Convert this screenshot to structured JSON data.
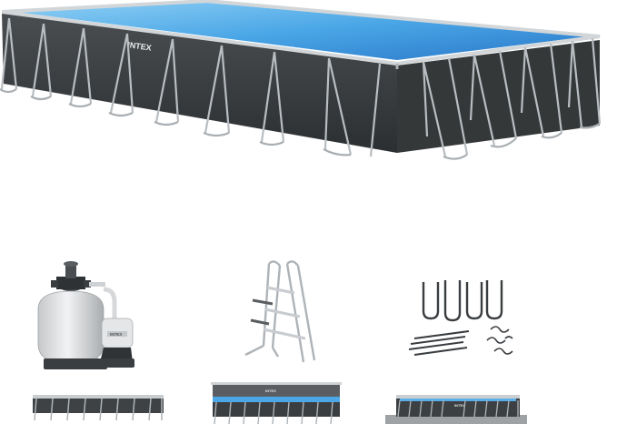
{
  "product": {
    "brand_text": "INTEX",
    "accessory_brand_text": "INTEX"
  },
  "colors": {
    "pool_wall": "#3d4042",
    "pool_wall_dark": "#2e3133",
    "frame_top": "#c8ccd0",
    "water_light": "#5fb6ea",
    "water_deep": "#2f86d6",
    "leg_metal": "#b7bcc0",
    "filter_tank": "#d9dbdc",
    "valve_dark": "#3a3d40",
    "ladder_metal": "#aeb3b7",
    "cover_gray": "#5a5e62"
  },
  "panels": [
    {
      "name": "sand-filter-pump"
    },
    {
      "name": "a-frame-ladder"
    },
    {
      "name": "hardware-kit"
    }
  ]
}
